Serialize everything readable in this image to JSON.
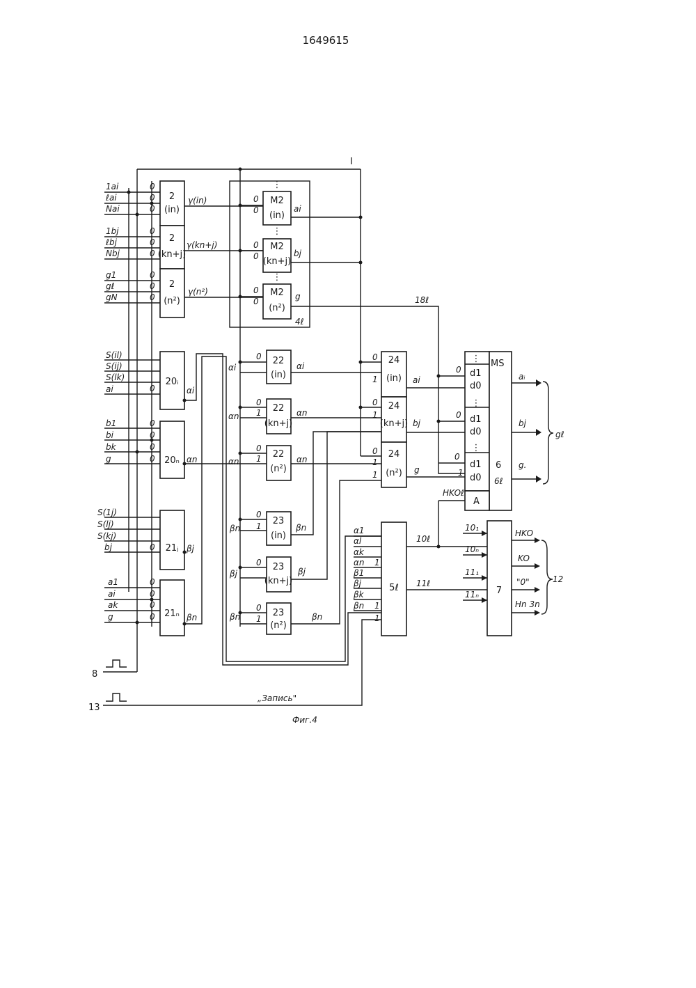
{
  "header": {
    "patent_number": "1649615"
  },
  "figure": {
    "caption": "Фиг.4",
    "zapis_label": "„Запись\""
  },
  "inputs": {
    "group_a": [
      "1ai",
      "ℓai",
      "Nai"
    ],
    "group_b": [
      "1bj",
      "ℓbj",
      "Nbj"
    ],
    "group_g": [
      "g1",
      "gℓ",
      "gN"
    ],
    "block20i": [
      "S(il)",
      "S(ij)",
      "S(lk)",
      "ai"
    ],
    "block20n": [
      "b1",
      "bi",
      "bk",
      "g"
    ],
    "block21j": [
      "S(1j)",
      "S(lj)",
      "S(kj)",
      "bj"
    ],
    "block21n": [
      "a1",
      "ai",
      "ak",
      "g"
    ],
    "block5": [
      "α1",
      "αl",
      "αk",
      "αn",
      "β1",
      "βj",
      "βk",
      "βn"
    ],
    "block7": [
      "10₁",
      "10ₙ",
      "11₁",
      "11ₙ"
    ]
  },
  "blocks": {
    "b2_in": {
      "num": "2",
      "sub": "(in)",
      "out": "γ(in)"
    },
    "b2_kn": {
      "num": "2",
      "sub": "(kn+j)",
      "out": "γ(kn+j)"
    },
    "b2_n2": {
      "num": "2",
      "sub": "(n²)",
      "out": "γ(n²)"
    },
    "m2_in": {
      "num": "M2",
      "sub": "(in)",
      "out": "ai"
    },
    "m2_kn": {
      "num": "M2",
      "sub": "(kn+j)",
      "out": "bj"
    },
    "m2_n2": {
      "num": "M2",
      "sub": "(n²)",
      "out": "g"
    },
    "group4": "4ℓ",
    "b20i": {
      "label": "20ᵢ",
      "out": "αi"
    },
    "b20n": {
      "label": "20ₙ",
      "out": "αn"
    },
    "b21j": {
      "label": "21ⱼ",
      "out": "βj"
    },
    "b21n": {
      "label": "21ₙ",
      "out": "βn"
    },
    "b22_in": {
      "num": "22",
      "sub": "(in)",
      "out": "αi"
    },
    "b22_kn": {
      "num": "22",
      "sub": "(kn+j)",
      "out": "αn"
    },
    "b22_n2": {
      "num": "22",
      "sub": "(n²)",
      "out": "αn"
    },
    "b23_in": {
      "num": "23",
      "sub": "(in)",
      "out": "βn"
    },
    "b23_kn": {
      "num": "23",
      "sub": "(kn+j)",
      "out": "βj"
    },
    "b23_n2": {
      "num": "23",
      "sub": "(n²)",
      "out": "βn"
    },
    "b24_in": {
      "num": "24",
      "sub": "(in)",
      "out": "ai"
    },
    "b24_kn": {
      "num": "24",
      "sub": "(kn+j)",
      "out": "bj"
    },
    "b24_n2": {
      "num": "24",
      "sub": "(n²)",
      "out": "g"
    },
    "ms": {
      "title": "MS",
      "num": "6",
      "sub": "6ℓ",
      "d1": "d1",
      "d0": "d0",
      "a": "A"
    },
    "b5": {
      "label": "5ℓ"
    },
    "b7": {
      "label": "7"
    }
  },
  "signals": {
    "line18": "18ℓ",
    "nko_l": "HKOℓ",
    "s10": "10ℓ",
    "s11": "11ℓ",
    "in8": "8",
    "in13": "13",
    "top_mark": "I",
    "outputs_ms": [
      "aᵢ",
      "bj",
      "g."
    ],
    "out_group": "gℓ",
    "outputs_7": [
      "HKO",
      "KO",
      "\"0\"",
      "Hn 3n"
    ],
    "out7_group": "12"
  },
  "marks": {
    "zero": "0",
    "one": "1",
    "dots": "⋮"
  }
}
